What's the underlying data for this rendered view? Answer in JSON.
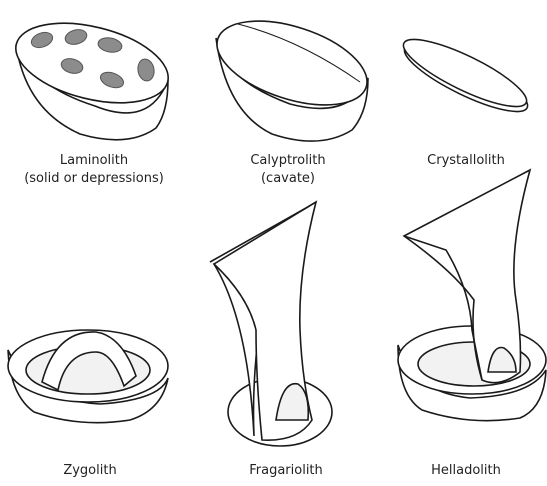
{
  "panels": [
    {
      "name": "Laminolith",
      "note": "(solid or depressions)"
    },
    {
      "name": "Calyptrolith",
      "note": "(cavate)"
    },
    {
      "name": "Crystallolith",
      "note": ""
    },
    {
      "name": "Zygolith",
      "note": ""
    },
    {
      "name": "Fragariolith",
      "note": ""
    },
    {
      "name": "Helladolith",
      "note": ""
    }
  ],
  "colors": {
    "stroke": "#1a1a1a",
    "fill": "#ffffff",
    "depression": "#8c8c8c",
    "inner": "#f2f2f2"
  }
}
